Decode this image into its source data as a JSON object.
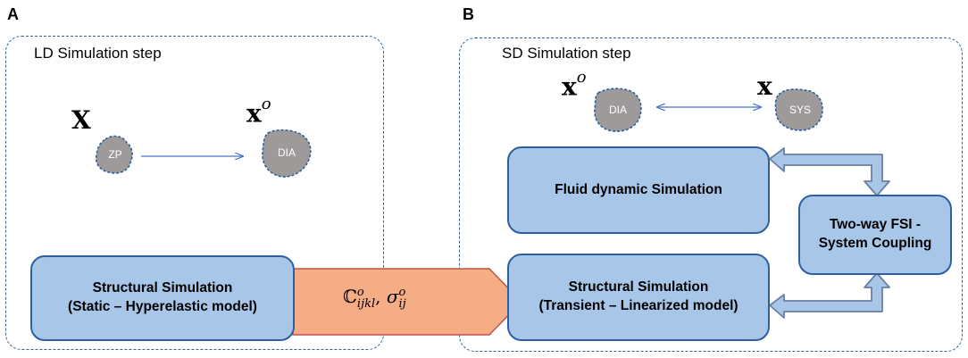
{
  "panels": {
    "a": {
      "letter": "A",
      "title": "LD Simulation step"
    },
    "b": {
      "letter": "B",
      "title": "SD Simulation step"
    }
  },
  "variables": {
    "x_ref": "X",
    "x_dia": "x",
    "x_dia_sup": "o",
    "x_sys": "x"
  },
  "shapes": {
    "zp": "ZP",
    "dia_a": "DIA",
    "dia_b": "DIA",
    "sys": "SYS"
  },
  "boxes": {
    "structural_a": {
      "line1": "Structural Simulation",
      "line2": "(Static – Hyperelastic model)"
    },
    "fluid": {
      "line1": "Fluid dynamic Simulation"
    },
    "structural_b": {
      "line1": "Structural Simulation",
      "line2": "(Transient – Linearized model)"
    },
    "fsi": {
      "line1": "Two-way FSI -",
      "line2": "System Coupling"
    }
  },
  "transfer": {
    "tensor_symbol": "ℂ",
    "tensor_sub": "ijkl",
    "tensor_sup": "o",
    "separator": ",",
    "stress_symbol": "σ",
    "stress_sub": "ij",
    "stress_sup": "o"
  },
  "colors": {
    "panel_border": "#2e5f9e",
    "box_fill": "#a8c7e8",
    "box_border": "#2e5f9e",
    "arrow_fill": "#f4ad84",
    "arrow_border": "#c0504d",
    "shape_fill": "#9e9a9a",
    "connector": "#4472c4"
  }
}
